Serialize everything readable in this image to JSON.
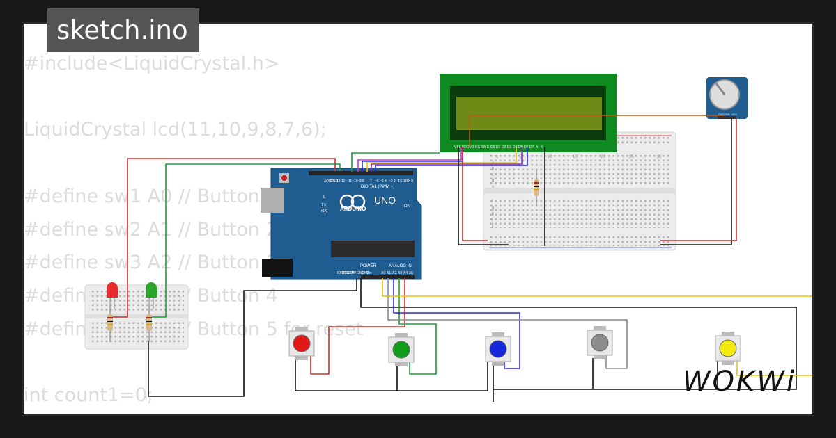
{
  "file_tab": {
    "label": "sketch.ino"
  },
  "code_lines": [
    "#include<LiquidCrystal.h>",
    "",
    "LiquidCrystal lcd(11,10,9,8,7,6);",
    "",
    "#define sw1 A0 // Button 1",
    "#define sw2 A1 // Button 2",
    "#define sw3 A2 // Button 3",
    "#define sw4 A3 // Button 4",
    "#define sw5 A4 // Button 5 for reset",
    "",
    "int count1=0;"
  ],
  "arduino": {
    "brand": "ARDUINO",
    "model": "UNO",
    "digital_label": "DIGITAL (PWM ~)",
    "power_label": "POWER",
    "analog_label": "ANALOG IN",
    "on_label": "ON",
    "led_labels": [
      "L",
      "TX",
      "RX"
    ],
    "top_pins": [
      "AREF",
      "GND",
      "13",
      "12",
      "~11",
      "~10",
      "~9",
      "8",
      "7",
      "~6",
      "~5",
      "4",
      "~3",
      "2",
      "TX 1",
      "RX 0"
    ],
    "power_pins": [
      "IOREF",
      "RESET",
      "3.3V",
      "5V",
      "GND",
      "GND",
      "Vin"
    ],
    "analog_pins": [
      "A0",
      "A1",
      "A2",
      "A3",
      "A4",
      "A5"
    ]
  },
  "lcd": {
    "pins": [
      "VSS",
      "VDD",
      "V0",
      "RS",
      "RW",
      "E",
      "D0",
      "D1",
      "D2",
      "D3",
      "D4",
      "D5",
      "D6",
      "D7",
      "A",
      "K"
    ]
  },
  "breadboard": {
    "rows": [
      "a",
      "b",
      "c",
      "d",
      "e",
      "f",
      "g",
      "h",
      "i",
      "j"
    ],
    "col_numbers": [
      "1",
      "5",
      "10",
      "15",
      "20",
      "25",
      "30"
    ]
  },
  "potentiometer": {
    "pins": [
      "GND",
      "SIG",
      "VCC"
    ]
  },
  "buttons": [
    {
      "color": "red",
      "hex": "#e01818"
    },
    {
      "color": "green",
      "hex": "#139c1a"
    },
    {
      "color": "blue",
      "hex": "#1528dc"
    },
    {
      "color": "gray",
      "hex": "#8c8c8c"
    },
    {
      "color": "yellow",
      "hex": "#f3ea10"
    }
  ],
  "leds": [
    {
      "color": "red",
      "hex": "#e82b2b"
    },
    {
      "color": "green",
      "hex": "#2aa52a"
    }
  ],
  "colors": {
    "background": "#171717",
    "canvas": "#ffffff",
    "tab": "#555555",
    "board": "#1f5d91",
    "lcd_frame": "#0e8a20",
    "lcd_screen": "#6f8a15"
  },
  "logo": "WOKWi"
}
